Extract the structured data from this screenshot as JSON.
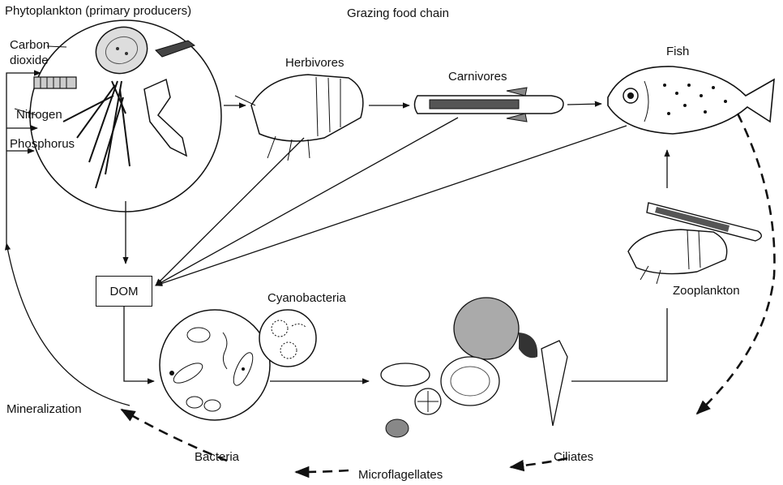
{
  "labels": {
    "phytoplankton": "Phytoplankton (primary producers)",
    "grazing_chain": "Grazing food chain",
    "carbon": "Carbon",
    "dioxide": "dioxide",
    "nitrogen": "Nitrogen",
    "phosphorus": "Phosphorus",
    "herbivores": "Herbivores",
    "carnivores": "Carnivores",
    "fish": "Fish",
    "dom": "DOM",
    "cyanobacteria": "Cyanobacteria",
    "zooplankton": "Zooplankton",
    "mineralization": "Mineralization",
    "bacteria": "Bacteria",
    "microflagellates": "Microflagellates",
    "ciliates": "Ciliates"
  },
  "colors": {
    "ink": "#111111",
    "background": "#ffffff"
  }
}
